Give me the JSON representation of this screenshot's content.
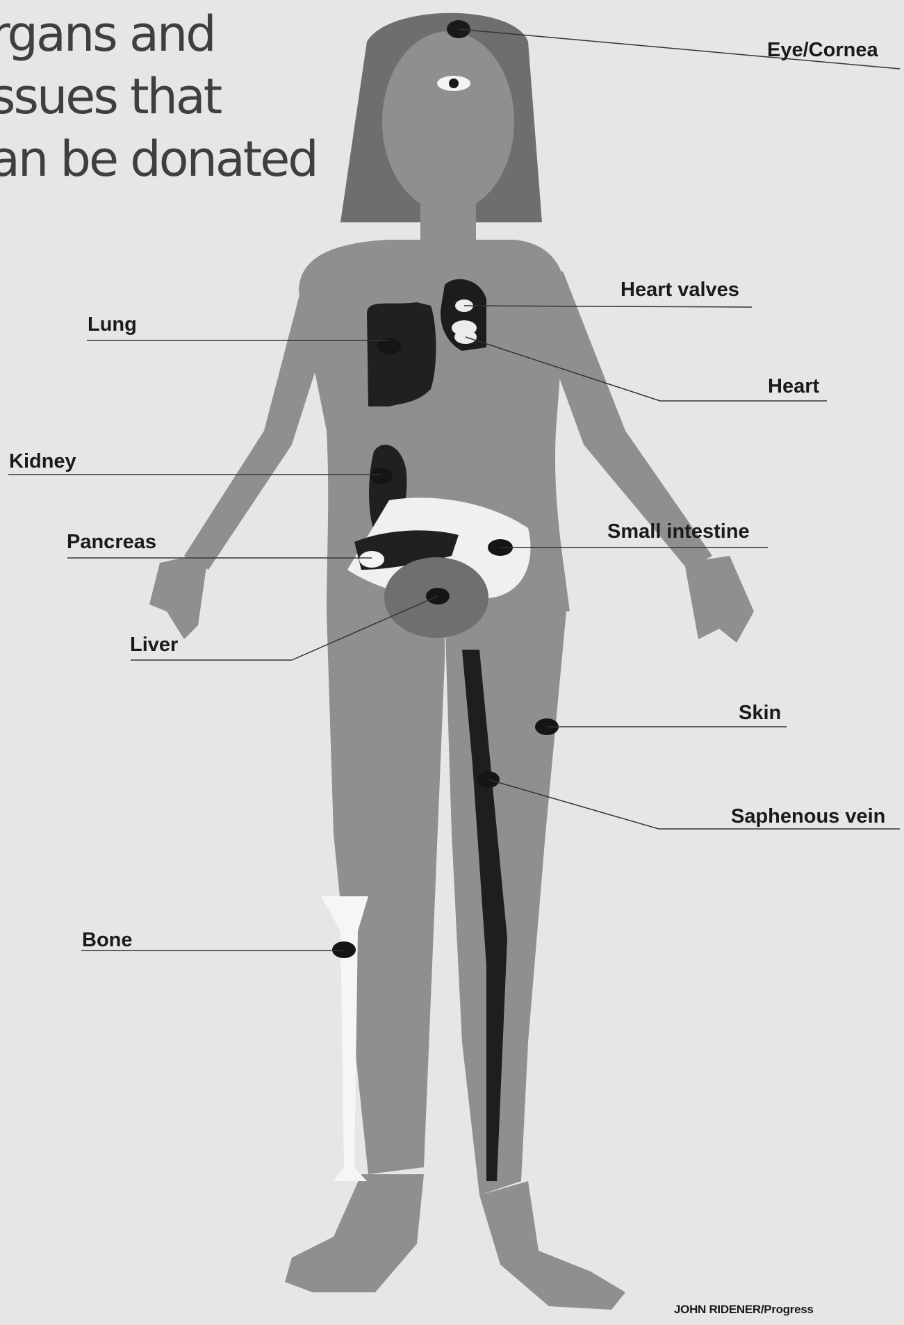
{
  "title": {
    "lines": [
      "rgans and",
      "ssues that",
      "an be donated"
    ]
  },
  "labels": {
    "eye_cornea": "Eye/Cornea",
    "heart_valves": "Heart valves",
    "lung": "Lung",
    "heart": "Heart",
    "kidney": "Kidney",
    "pancreas": "Pancreas",
    "small_intestine": "Small intestine",
    "liver": "Liver",
    "skin": "Skin",
    "saphenous_vein": "Saphenous vein",
    "bone": "Bone"
  },
  "credit": "JOHN RIDENER/Progress"
}
